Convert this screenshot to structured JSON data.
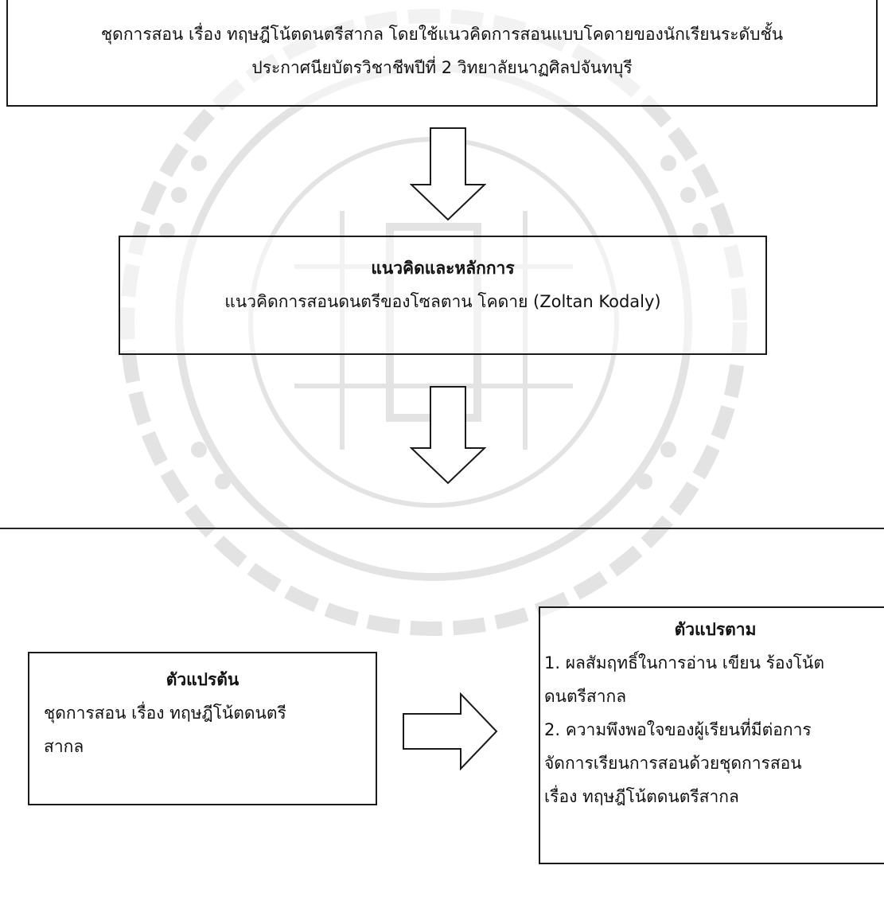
{
  "top_box": {
    "line1": "ชุดการสอน เรื่อง ทฤษฎีโน้ตดนตรีสากล โดยใช้แนวคิดการสอนแบบโคดายของนักเรียนระดับชั้น",
    "line2": "ประกาศนียบัตรวิชาชีพปีที่ 2 วิทยาลัยนาฏศิลปจันทบุรี"
  },
  "concept_box": {
    "title": "แนวคิดและหลักการ",
    "text": "แนวคิดการสอนดนตรีของโซลตาน โคดาย (Zoltan Kodaly)"
  },
  "independent_box": {
    "title": "ตัวแปรต้น",
    "line1": "ชุดการสอน เรื่อง ทฤษฎีโน้ตดนตรี",
    "line2": "สากล"
  },
  "dependent_box": {
    "title": "ตัวแปรตาม",
    "lines": [
      "1. ผลสัมฤทธิ์ในการอ่าน เขียน ร้องโน้ต",
      "ดนตรีสากล",
      "2. ความพึงพอใจของผู้เรียนที่มีต่อการ",
      "จัดการเรียนการสอนด้วยชุดการสอน",
      "เรื่อง ทฤษฎีโน้ตดนตรีสากล"
    ]
  },
  "watermark": {
    "icon": "university-seal-watermark",
    "color": "#d9d9d9"
  }
}
